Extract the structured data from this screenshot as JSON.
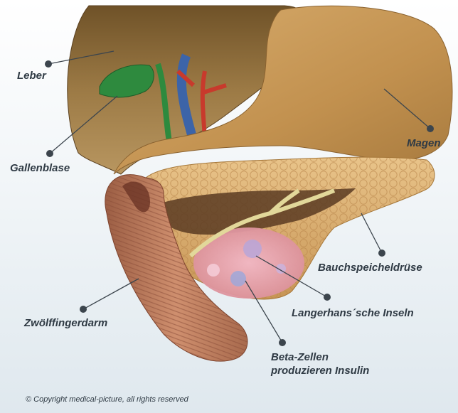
{
  "labels": {
    "leber": "Leber",
    "gallenblase": "Gallenblase",
    "magen": "Magen",
    "bauchspeicheldruese": "Bauchspeicheldrüse",
    "langerhans": "Langerhans´sche Inseln",
    "zwoelffingerdarm": "Zwölffingerdarm",
    "beta_zellen_line1": "Beta-Zellen",
    "beta_zellen_line2": "produzieren Insulin"
  },
  "copyright": "© Copyright medical-picture, all rights reserved",
  "colors": {
    "leader": "#3c454d",
    "label_text": "#2f3a44",
    "liver": "#8a6a3c",
    "stomach": "#c79a5c",
    "gallbladder": "#2e8a3e",
    "pancreas": "#d8b070",
    "duodenum": "#b47a58",
    "islets": "#e9a3b6"
  }
}
